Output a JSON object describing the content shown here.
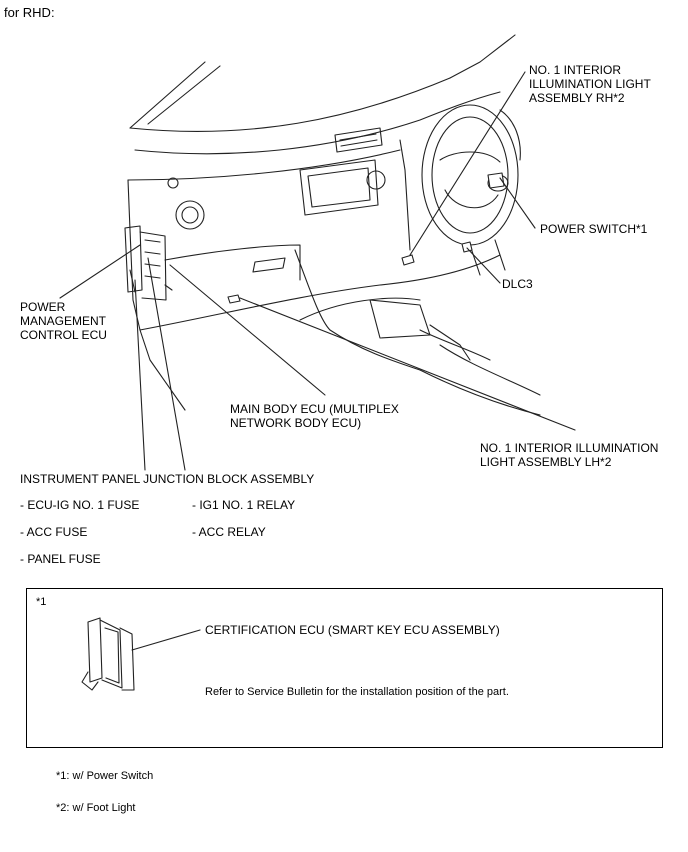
{
  "header": "for RHD:",
  "labels": {
    "interior_light_rh": "NO. 1 INTERIOR\nILLUMINATION LIGHT\nASSEMBLY RH*2",
    "power_switch": "POWER SWITCH*1",
    "dlc3": "DLC3",
    "power_management_ecu": "POWER\nMANAGEMENT\nCONTROL ECU",
    "main_body_ecu": "MAIN BODY ECU (MULTIPLEX\nNETWORK BODY ECU)",
    "interior_light_lh": "NO. 1 INTERIOR ILLUMINATION\nLIGHT ASSEMBLY LH*2",
    "junction_block": "INSTRUMENT PANEL JUNCTION BLOCK ASSEMBLY"
  },
  "junction_items": {
    "left": [
      "- ECU-IG NO. 1 FUSE",
      "- ACC FUSE",
      "- PANEL FUSE"
    ],
    "right": [
      "- IG1 NO. 1 RELAY",
      "- ACC RELAY"
    ]
  },
  "inset": {
    "tag": "*1",
    "certification_ecu": "CERTIFICATION ECU (SMART KEY ECU ASSEMBLY)",
    "note": "Refer to Service Bulletin for the installation position of the part."
  },
  "footnotes": [
    "*1: w/ Power Switch",
    "*2: w/ Foot Light"
  ]
}
